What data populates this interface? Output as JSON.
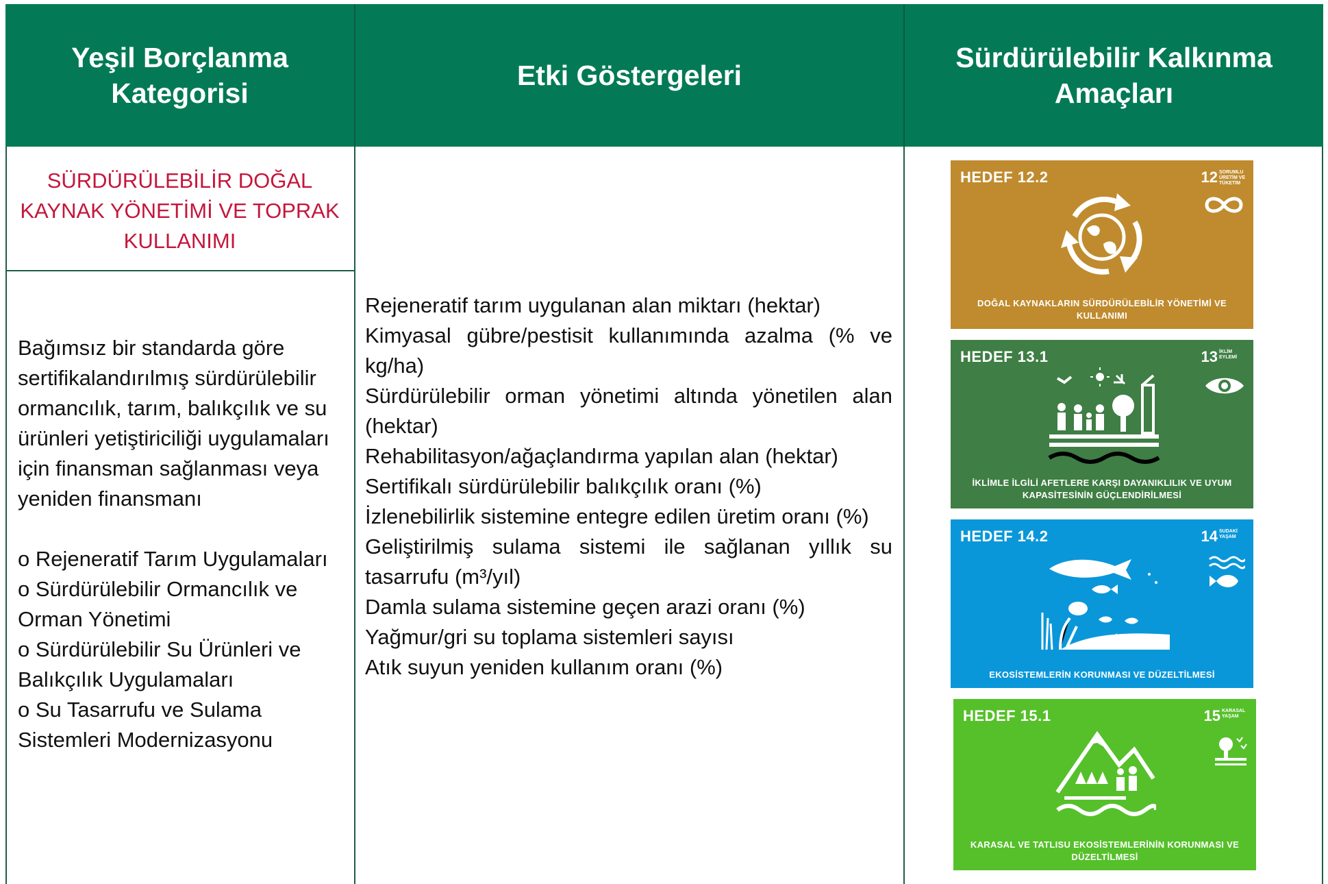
{
  "headers": {
    "category": "Yeşil Borçlanma\nKategorisi",
    "indicators": "Etki Göstergeleri",
    "sdgs": "Sürdürülebilir Kalkınma\nAmaçları"
  },
  "category_title": "SÜRDÜRÜLEBİLİR DOĞAL KAYNAK YÖNETİMİ VE TOPRAK KULLANIMI",
  "category_description": "Bağımsız bir standarda göre sertifikalandırılmış sürdürülebilir ormancılık, tarım, balıkçılık ve su ürünleri yetiştiriciliği uygulamaları için finansman sağlanması veya yeniden finansmanı",
  "sub_items": [
    "o  Rejeneratif Tarım Uygulamaları",
    "o  Sürdürülebilir Ormancılık ve Orman Yönetimi",
    "o  Sürdürülebilir Su Ürünleri ve Balıkçılık Uygulamaları",
    "o  Su Tasarrufu ve Sulama Sistemleri Modernizasyonu"
  ],
  "indicators": [
    "Rejeneratif tarım uygulanan alan miktarı (hektar)",
    "Kimyasal gübre/pestisit kullanımında azalma (% ve kg/ha)",
    "Sürdürülebilir orman yönetimi altında yönetilen alan (hektar)",
    "Rehabilitasyon/ağaçlandırma yapılan alan (hektar)",
    "Sertifikalı sürdürülebilir balıkçılık oranı (%)",
    "İzlenebilirlik sistemine entegre edilen üretim oranı (%)",
    "Geliştirilmiş sulama sistemi ile sağlanan yıllık su tasarrufu (m³/yıl)",
    "Damla sulama sistemine geçen arazi oranı (%)",
    "Yağmur/gri su toplama sistemleri sayısı",
    "Atık suyun yeniden kullanım oranı (%)"
  ],
  "sdg_cards": [
    {
      "target": "HEDEF 12.2",
      "goal_number": "12",
      "goal_name": "SORUMLU ÜRETİM VE TÜKETİM",
      "caption": "DOĞAL KAYNAKLARIN SÜRDÜRÜLEBİLİR YÖNETİMİ VE KULLANIMI",
      "color": "#bf8b2e",
      "icon": "recycle-globe-icon"
    },
    {
      "target": "HEDEF 13.1",
      "goal_number": "13",
      "goal_name": "İKLİM EYLEMİ",
      "caption": "İKLİMLE İLGİLİ AFETLERE KARŞI DAYANIKLILIK VE UYUM KAPASİTESİNİN GÜÇLENDİRİLMESİ",
      "color": "#3f7e44",
      "icon": "climate-resilience-icon"
    },
    {
      "target": "HEDEF 14.2",
      "goal_number": "14",
      "goal_name": "SUDAKİ YAŞAM",
      "caption": "EKOSİSTEMLERİN KORUNMASI VE DÜZELTİLMESİ",
      "color": "#0a97d9",
      "icon": "marine-life-icon"
    },
    {
      "target": "HEDEF 15.1",
      "goal_number": "15",
      "goal_name": "KARASAL YAŞAM",
      "caption": "KARASAL VE TATLISU EKOSİSTEMLERİNİN KORUNMASI VE DÜZELTİLMESİ",
      "color": "#56c02b",
      "icon": "land-ecosystem-icon"
    }
  ]
}
